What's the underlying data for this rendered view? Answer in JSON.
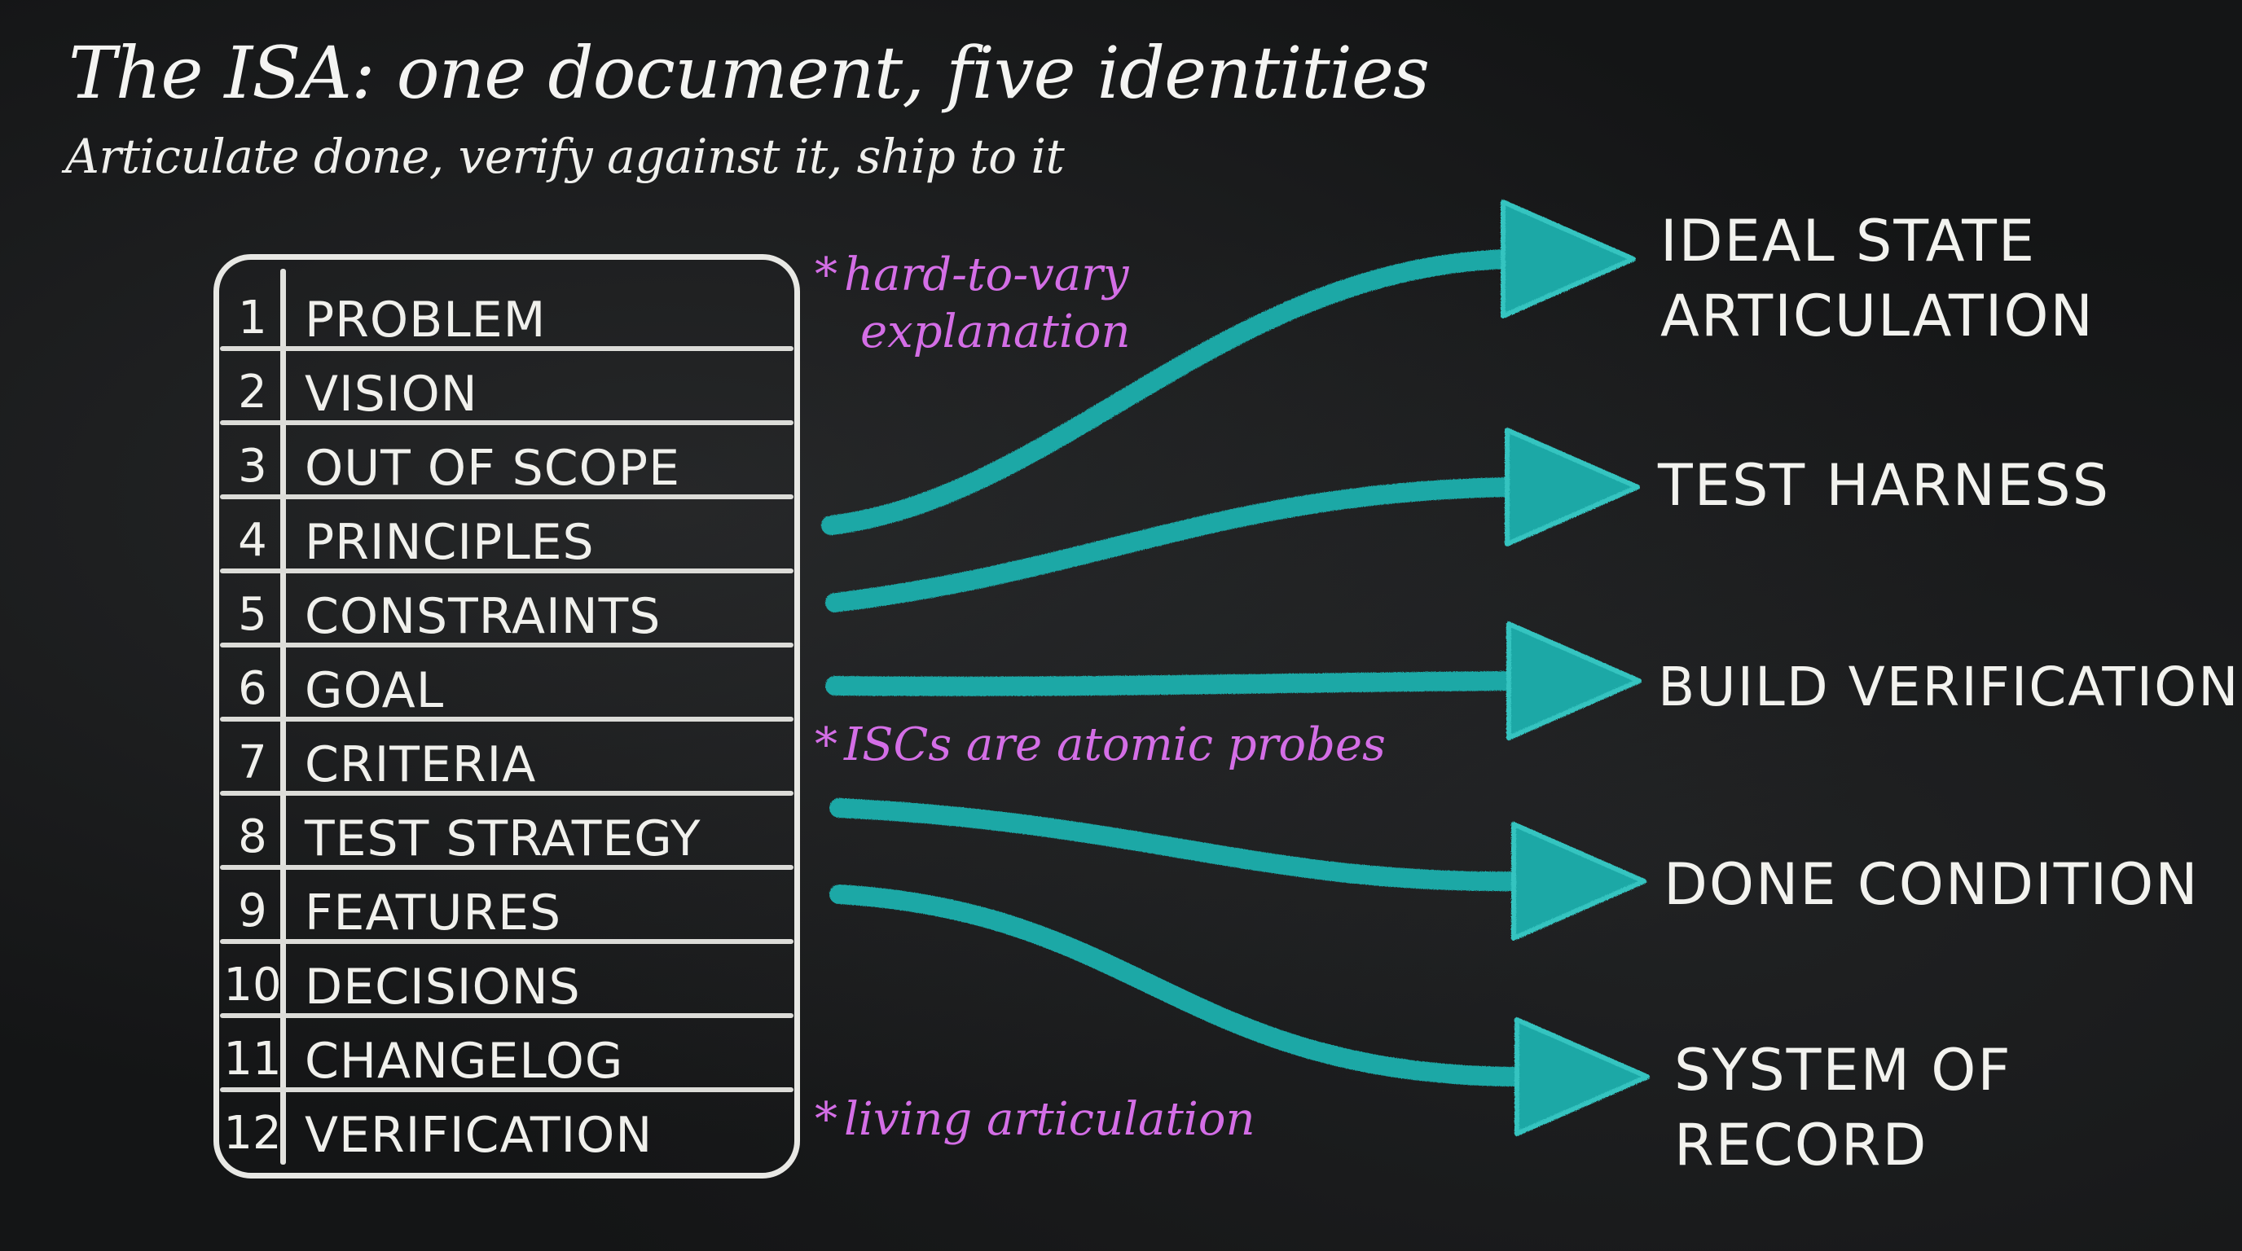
{
  "title": "The ISA: one document, five identities",
  "subtitle": "Articulate done, verify against it, ship to it",
  "sections": [
    {
      "num": "1",
      "label": "PROBLEM"
    },
    {
      "num": "2",
      "label": "VISION"
    },
    {
      "num": "3",
      "label": "OUT OF SCOPE"
    },
    {
      "num": "4",
      "label": "PRINCIPLES"
    },
    {
      "num": "5",
      "label": "CONSTRAINTS"
    },
    {
      "num": "6",
      "label": "GOAL"
    },
    {
      "num": "7",
      "label": "CRITERIA"
    },
    {
      "num": "8",
      "label": "TEST STRATEGY"
    },
    {
      "num": "9",
      "label": "FEATURES"
    },
    {
      "num": "10",
      "label": "DECISIONS"
    },
    {
      "num": "11",
      "label": "CHANGELOG"
    },
    {
      "num": "12",
      "label": "VERIFICATION"
    }
  ],
  "notes": [
    {
      "symbol": "*",
      "line1": "hard-to-vary",
      "line2": "explanation"
    },
    {
      "symbol": "*",
      "line1": "ISCs are atomic probes"
    },
    {
      "symbol": "*",
      "line1": "living articulation"
    }
  ],
  "identities": [
    {
      "line1": "IDEAL STATE",
      "line2": "ARTICULATION"
    },
    {
      "line1": "TEST HARNESS"
    },
    {
      "line1": "BUILD VERIFICATION"
    },
    {
      "line1": "DONE CONDITION"
    },
    {
      "line1": "SYSTEM OF",
      "line2": "RECORD"
    }
  ],
  "colors": {
    "chalk_white": "#f0f0ec",
    "arrow_teal": "#1fa8a6",
    "note_magenta": "#d46ee6",
    "board": "#141516"
  }
}
